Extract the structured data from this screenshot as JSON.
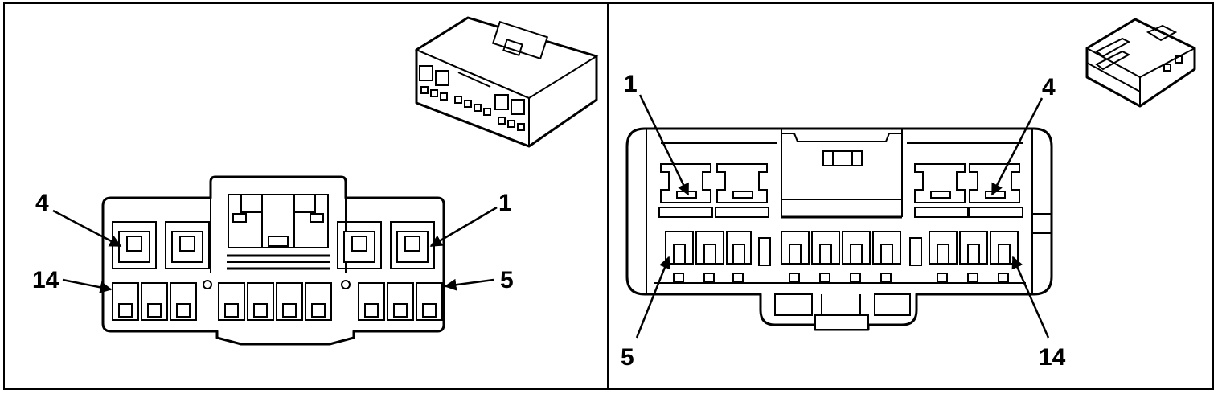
{
  "views": [
    {
      "id": "left",
      "pin_labels": {
        "top_left": "4",
        "top_right": "1",
        "bottom_left": "14",
        "bottom_right": "5"
      }
    },
    {
      "id": "right",
      "pin_labels": {
        "top_left": "1",
        "top_right": "4",
        "bottom_left": "5",
        "bottom_right": "14"
      }
    }
  ]
}
